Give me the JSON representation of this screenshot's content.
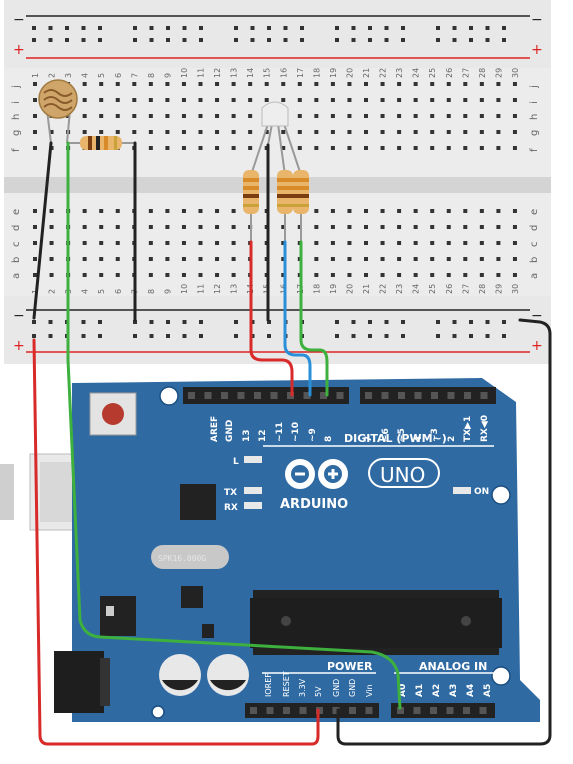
{
  "breadboard": {
    "rail_plus": "+",
    "rail_minus": "−",
    "row_labels_top": [
      "j",
      "i",
      "h",
      "g",
      "f"
    ],
    "row_labels_bottom": [
      "e",
      "d",
      "c",
      "b",
      "a"
    ],
    "column_numbers": [
      "1",
      "2",
      "3",
      "4",
      "5",
      "6",
      "7",
      "8",
      "9",
      "10",
      "11",
      "12",
      "13",
      "14",
      "15",
      "16",
      "17",
      "18",
      "19",
      "20",
      "21",
      "22",
      "23",
      "24",
      "25",
      "26",
      "27",
      "28",
      "29",
      "30"
    ]
  },
  "arduino": {
    "logo_text": "ARDUINO",
    "uno_label": "UNO",
    "digital_label": "DIGITAL (PWM~)",
    "digital_pins": [
      "AREF",
      "GND",
      "13",
      "12",
      "~11",
      "~10",
      "~9",
      "8",
      "7",
      "~6",
      "~5",
      "4",
      "~3",
      "2",
      "TX▶1",
      "RX◀0"
    ],
    "led_l": "L",
    "led_tx": "TX",
    "led_rx": "RX",
    "on_label": "ON",
    "power_label": "POWER",
    "power_pins": [
      "IOREF",
      "RESET",
      "3.3V",
      "5V",
      "GND",
      "GND",
      "Vin"
    ],
    "analog_label": "ANALOG IN",
    "analog_pins": [
      "A0",
      "A1",
      "A2",
      "A3",
      "A4",
      "A5"
    ],
    "crystal_label": "SPK16.000G"
  },
  "colors": {
    "board_blue": "#2f6aa3",
    "breadboard": "#e6e6e6",
    "wire_red": "#d92a2a",
    "wire_green": "#3db03d",
    "wire_blue": "#2a8fd9",
    "wire_black": "#222222"
  }
}
